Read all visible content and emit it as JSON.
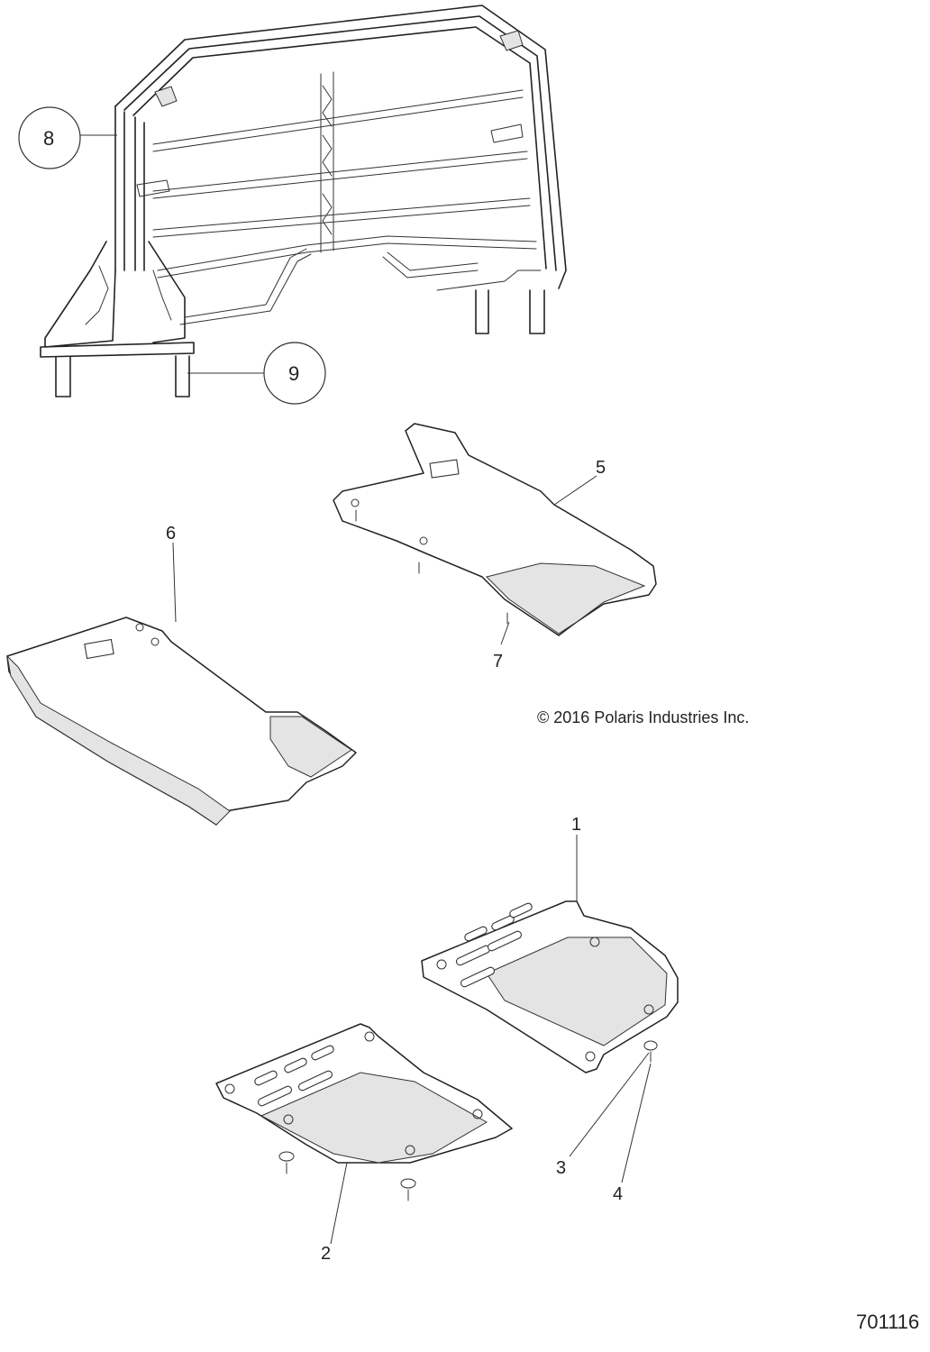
{
  "copyright": "© 2016 Polaris Industries Inc.",
  "drawing_id": "701116",
  "callouts": {
    "c1": "1",
    "c2": "2",
    "c3": "3",
    "c4": "4",
    "c5": "5",
    "c6": "6",
    "c7": "7",
    "c8": "8",
    "c9": "9"
  }
}
